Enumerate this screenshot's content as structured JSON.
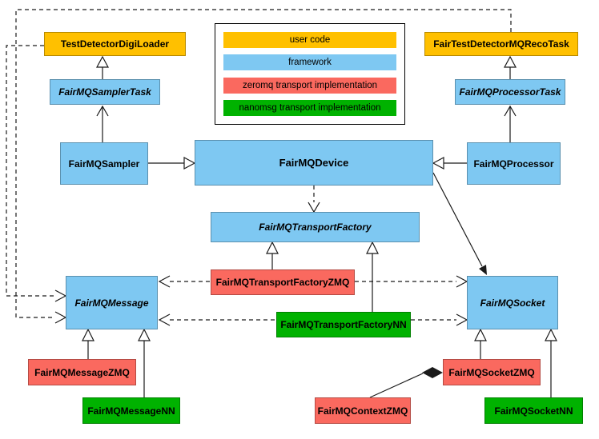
{
  "colors": {
    "user_code": "#FFC000",
    "framework": "#7EC8F2",
    "zeromq": "#FA695F",
    "nanomsg": "#00B200",
    "line": "#1a1a1a",
    "background": "#ffffff"
  },
  "legend": {
    "items": [
      {
        "label": "user code",
        "category": "user_code"
      },
      {
        "label": "framework",
        "category": "framework"
      },
      {
        "label": "zeromq transport implementation",
        "category": "zeromq"
      },
      {
        "label": "nanomsg transport implementation",
        "category": "nanomsg"
      }
    ]
  },
  "nodes": {
    "testDetectorDigiLoader": {
      "label": "TestDetectorDigiLoader",
      "category": "user_code",
      "abstract": false
    },
    "fairTestDetectorMQRecoTask": {
      "label": "FairTestDetectorMQRecoTask",
      "category": "user_code",
      "abstract": false
    },
    "fairMQSamplerTask": {
      "label": "FairMQSamplerTask",
      "category": "framework",
      "abstract": true
    },
    "fairMQProcessorTask": {
      "label": "FairMQProcessorTask",
      "category": "framework",
      "abstract": true
    },
    "fairMQSampler": {
      "label": "FairMQSampler",
      "category": "framework",
      "abstract": false
    },
    "fairMQDevice": {
      "label": "FairMQDevice",
      "category": "framework",
      "abstract": false
    },
    "fairMQProcessor": {
      "label": "FairMQProcessor",
      "category": "framework",
      "abstract": false
    },
    "fairMQTransportFactory": {
      "label": "FairMQTransportFactory",
      "category": "framework",
      "abstract": true
    },
    "fairMQTransportFactoryZMQ": {
      "label": "FairMQTransportFactoryZMQ",
      "category": "zeromq",
      "abstract": false
    },
    "fairMQTransportFactoryNN": {
      "label": "FairMQTransportFactoryNN",
      "category": "nanomsg",
      "abstract": false
    },
    "fairMQMessage": {
      "label": "FairMQMessage",
      "category": "framework",
      "abstract": true
    },
    "fairMQSocket": {
      "label": "FairMQSocket",
      "category": "framework",
      "abstract": true
    },
    "fairMQMessageZMQ": {
      "label": "FairMQMessageZMQ",
      "category": "zeromq",
      "abstract": false
    },
    "fairMQMessageNN": {
      "label": "FairMQMessageNN",
      "category": "nanomsg",
      "abstract": false
    },
    "fairMQContextZMQ": {
      "label": "FairMQContextZMQ",
      "category": "zeromq",
      "abstract": false
    },
    "fairMQSocketZMQ": {
      "label": "FairMQSocketZMQ",
      "category": "zeromq",
      "abstract": false
    },
    "fairMQSocketNN": {
      "label": "FairMQSocketNN",
      "category": "nanomsg",
      "abstract": false
    }
  },
  "edges": [
    {
      "from": "TestDetectorDigiLoader",
      "to": "FairMQSamplerTask",
      "type": "inheritance",
      "style": "solid"
    },
    {
      "from": "FairTestDetectorMQRecoTask",
      "to": "FairMQProcessorTask",
      "type": "inheritance",
      "style": "solid"
    },
    {
      "from": "FairMQSampler",
      "to": "FairMQSamplerTask",
      "type": "association",
      "style": "solid"
    },
    {
      "from": "FairMQProcessor",
      "to": "FairMQProcessorTask",
      "type": "association",
      "style": "solid"
    },
    {
      "from": "FairMQSampler",
      "to": "FairMQDevice",
      "type": "inheritance",
      "style": "solid"
    },
    {
      "from": "FairMQProcessor",
      "to": "FairMQDevice",
      "type": "inheritance",
      "style": "solid"
    },
    {
      "from": "FairMQDevice",
      "to": "FairMQTransportFactory",
      "type": "dependency",
      "style": "dashed"
    },
    {
      "from": "FairMQDevice",
      "to": "FairMQSocket",
      "type": "association",
      "style": "solid"
    },
    {
      "from": "FairMQTransportFactoryZMQ",
      "to": "FairMQTransportFactory",
      "type": "inheritance",
      "style": "solid"
    },
    {
      "from": "FairMQTransportFactoryNN",
      "to": "FairMQTransportFactory",
      "type": "inheritance",
      "style": "solid"
    },
    {
      "from": "FairMQTransportFactoryZMQ",
      "to": "FairMQMessage",
      "type": "dependency",
      "style": "dashed"
    },
    {
      "from": "FairMQTransportFactoryZMQ",
      "to": "FairMQSocket",
      "type": "dependency",
      "style": "dashed"
    },
    {
      "from": "FairMQTransportFactoryNN",
      "to": "FairMQMessage",
      "type": "dependency",
      "style": "dashed"
    },
    {
      "from": "FairMQTransportFactoryNN",
      "to": "FairMQSocket",
      "type": "dependency",
      "style": "dashed"
    },
    {
      "from": "TestDetectorDigiLoader",
      "to": "FairMQMessage",
      "type": "dependency",
      "style": "dashed"
    },
    {
      "from": "FairTestDetectorMQRecoTask",
      "to": "FairMQMessage",
      "type": "dependency",
      "style": "dashed"
    },
    {
      "from": "FairMQMessageZMQ",
      "to": "FairMQMessage",
      "type": "inheritance",
      "style": "solid"
    },
    {
      "from": "FairMQMessageNN",
      "to": "FairMQMessage",
      "type": "inheritance",
      "style": "solid"
    },
    {
      "from": "FairMQSocketZMQ",
      "to": "FairMQSocket",
      "type": "inheritance",
      "style": "solid"
    },
    {
      "from": "FairMQSocketNN",
      "to": "FairMQSocket",
      "type": "inheritance",
      "style": "solid"
    },
    {
      "from": "FairMQContextZMQ",
      "to": "FairMQSocketZMQ",
      "type": "composition",
      "style": "solid"
    }
  ]
}
